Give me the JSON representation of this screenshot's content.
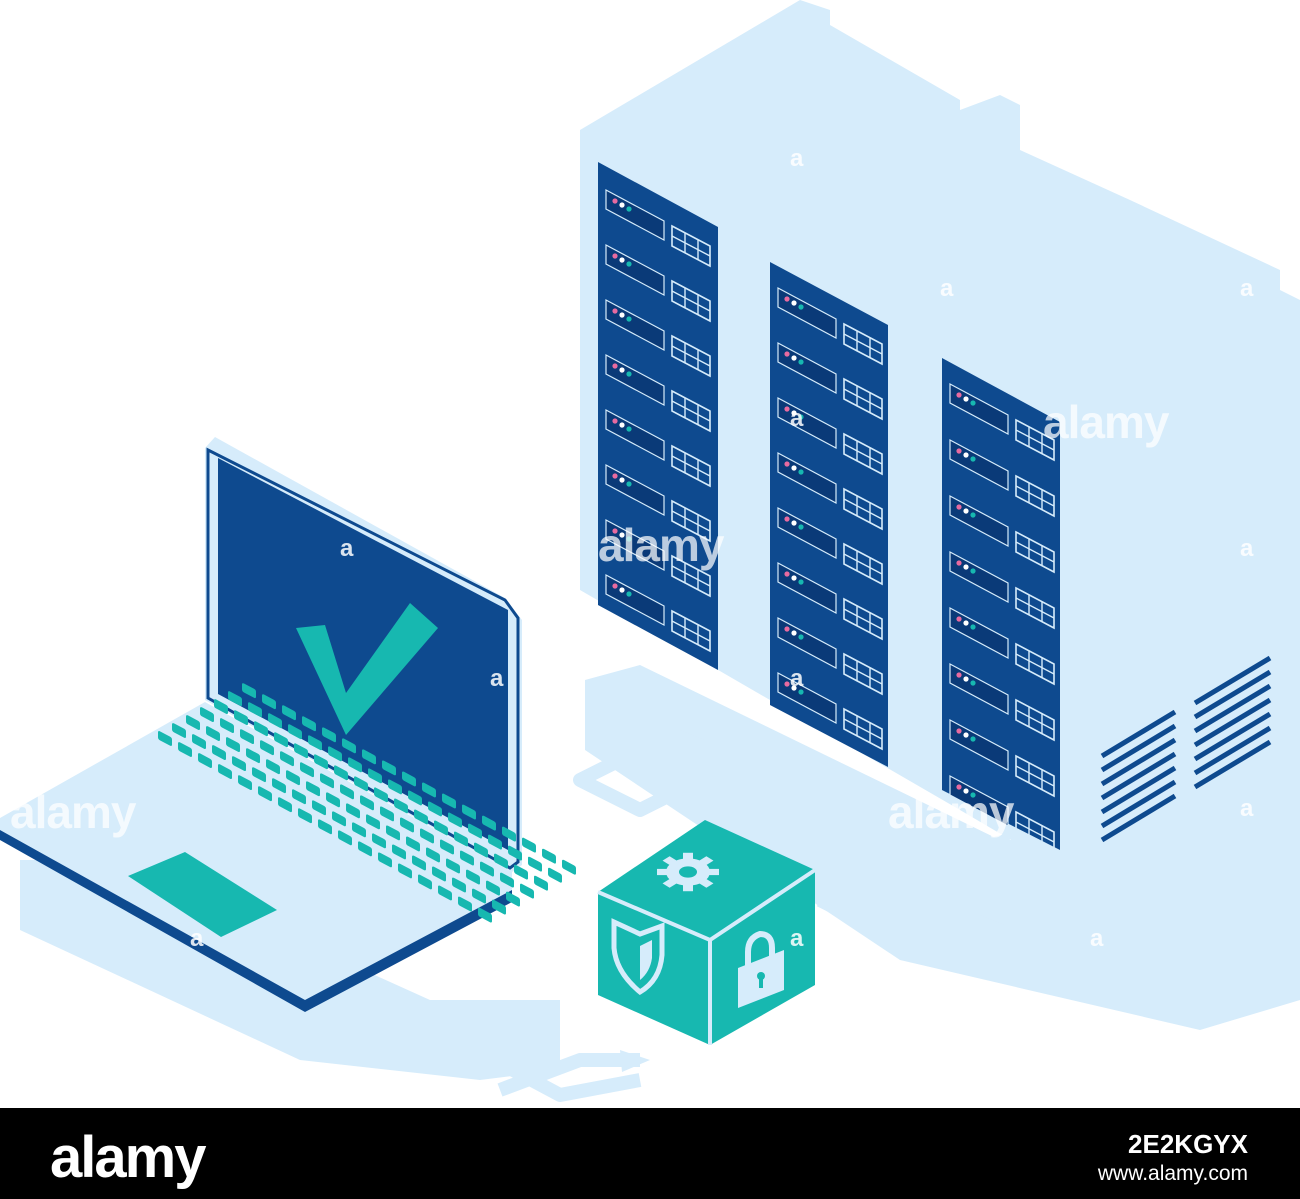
{
  "watermark": {
    "brand": "alamy",
    "letter": "a"
  },
  "footer": {
    "logo": "alamy",
    "image_id": "2E2KGYX",
    "url": "www.alamy.com"
  },
  "colors": {
    "background": "#ffffff",
    "pale_blue": "#d6ecfb",
    "navy": "#0e4a8f",
    "dark_navy": "#0a3a78",
    "teal": "#17b8b0",
    "footer": "#000000"
  },
  "icons": [
    "laptop-icon",
    "checkmark-icon",
    "server-rack-icon",
    "gear-icon",
    "shield-icon",
    "padlock-icon",
    "arrow-icon"
  ]
}
